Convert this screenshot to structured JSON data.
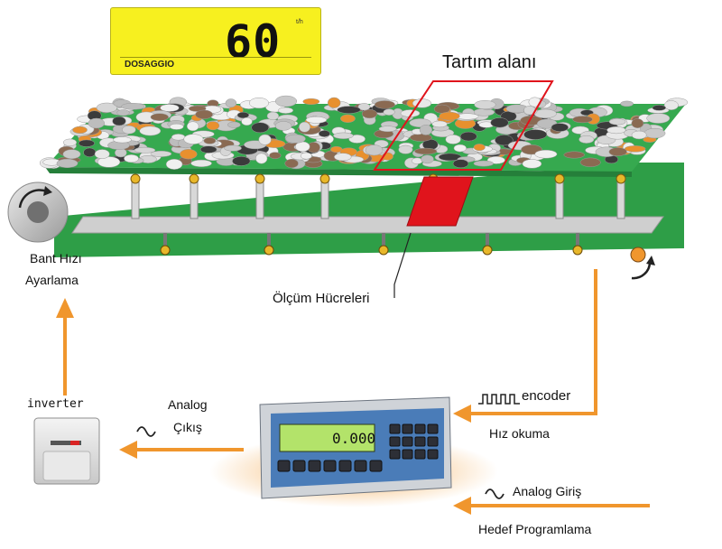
{
  "display": {
    "value": "60",
    "unit": "t/h",
    "label": "DOSAGGIO"
  },
  "labels": {
    "weighing_area": "Tartım alanı",
    "belt_speed_line1": "Bant Hızı",
    "belt_speed_line2": "Ayarlama",
    "load_cells": "Ölçüm Hücreleri",
    "inverter": "inverter",
    "analog_output_line1": "Analog",
    "analog_output_line2": "Çıkış",
    "encoder": "encoder",
    "speed_reading": "Hız okuma",
    "analog_input": "Analog Giriş",
    "target_programming": "Hedef Programlama",
    "controller_value": "0.000"
  },
  "colors": {
    "belt": "#2e9e47",
    "frame": "#c9c9c9",
    "weigh_zone": "#e0141c",
    "arrow": "#f0962d",
    "lcd": "#f7f01f"
  }
}
